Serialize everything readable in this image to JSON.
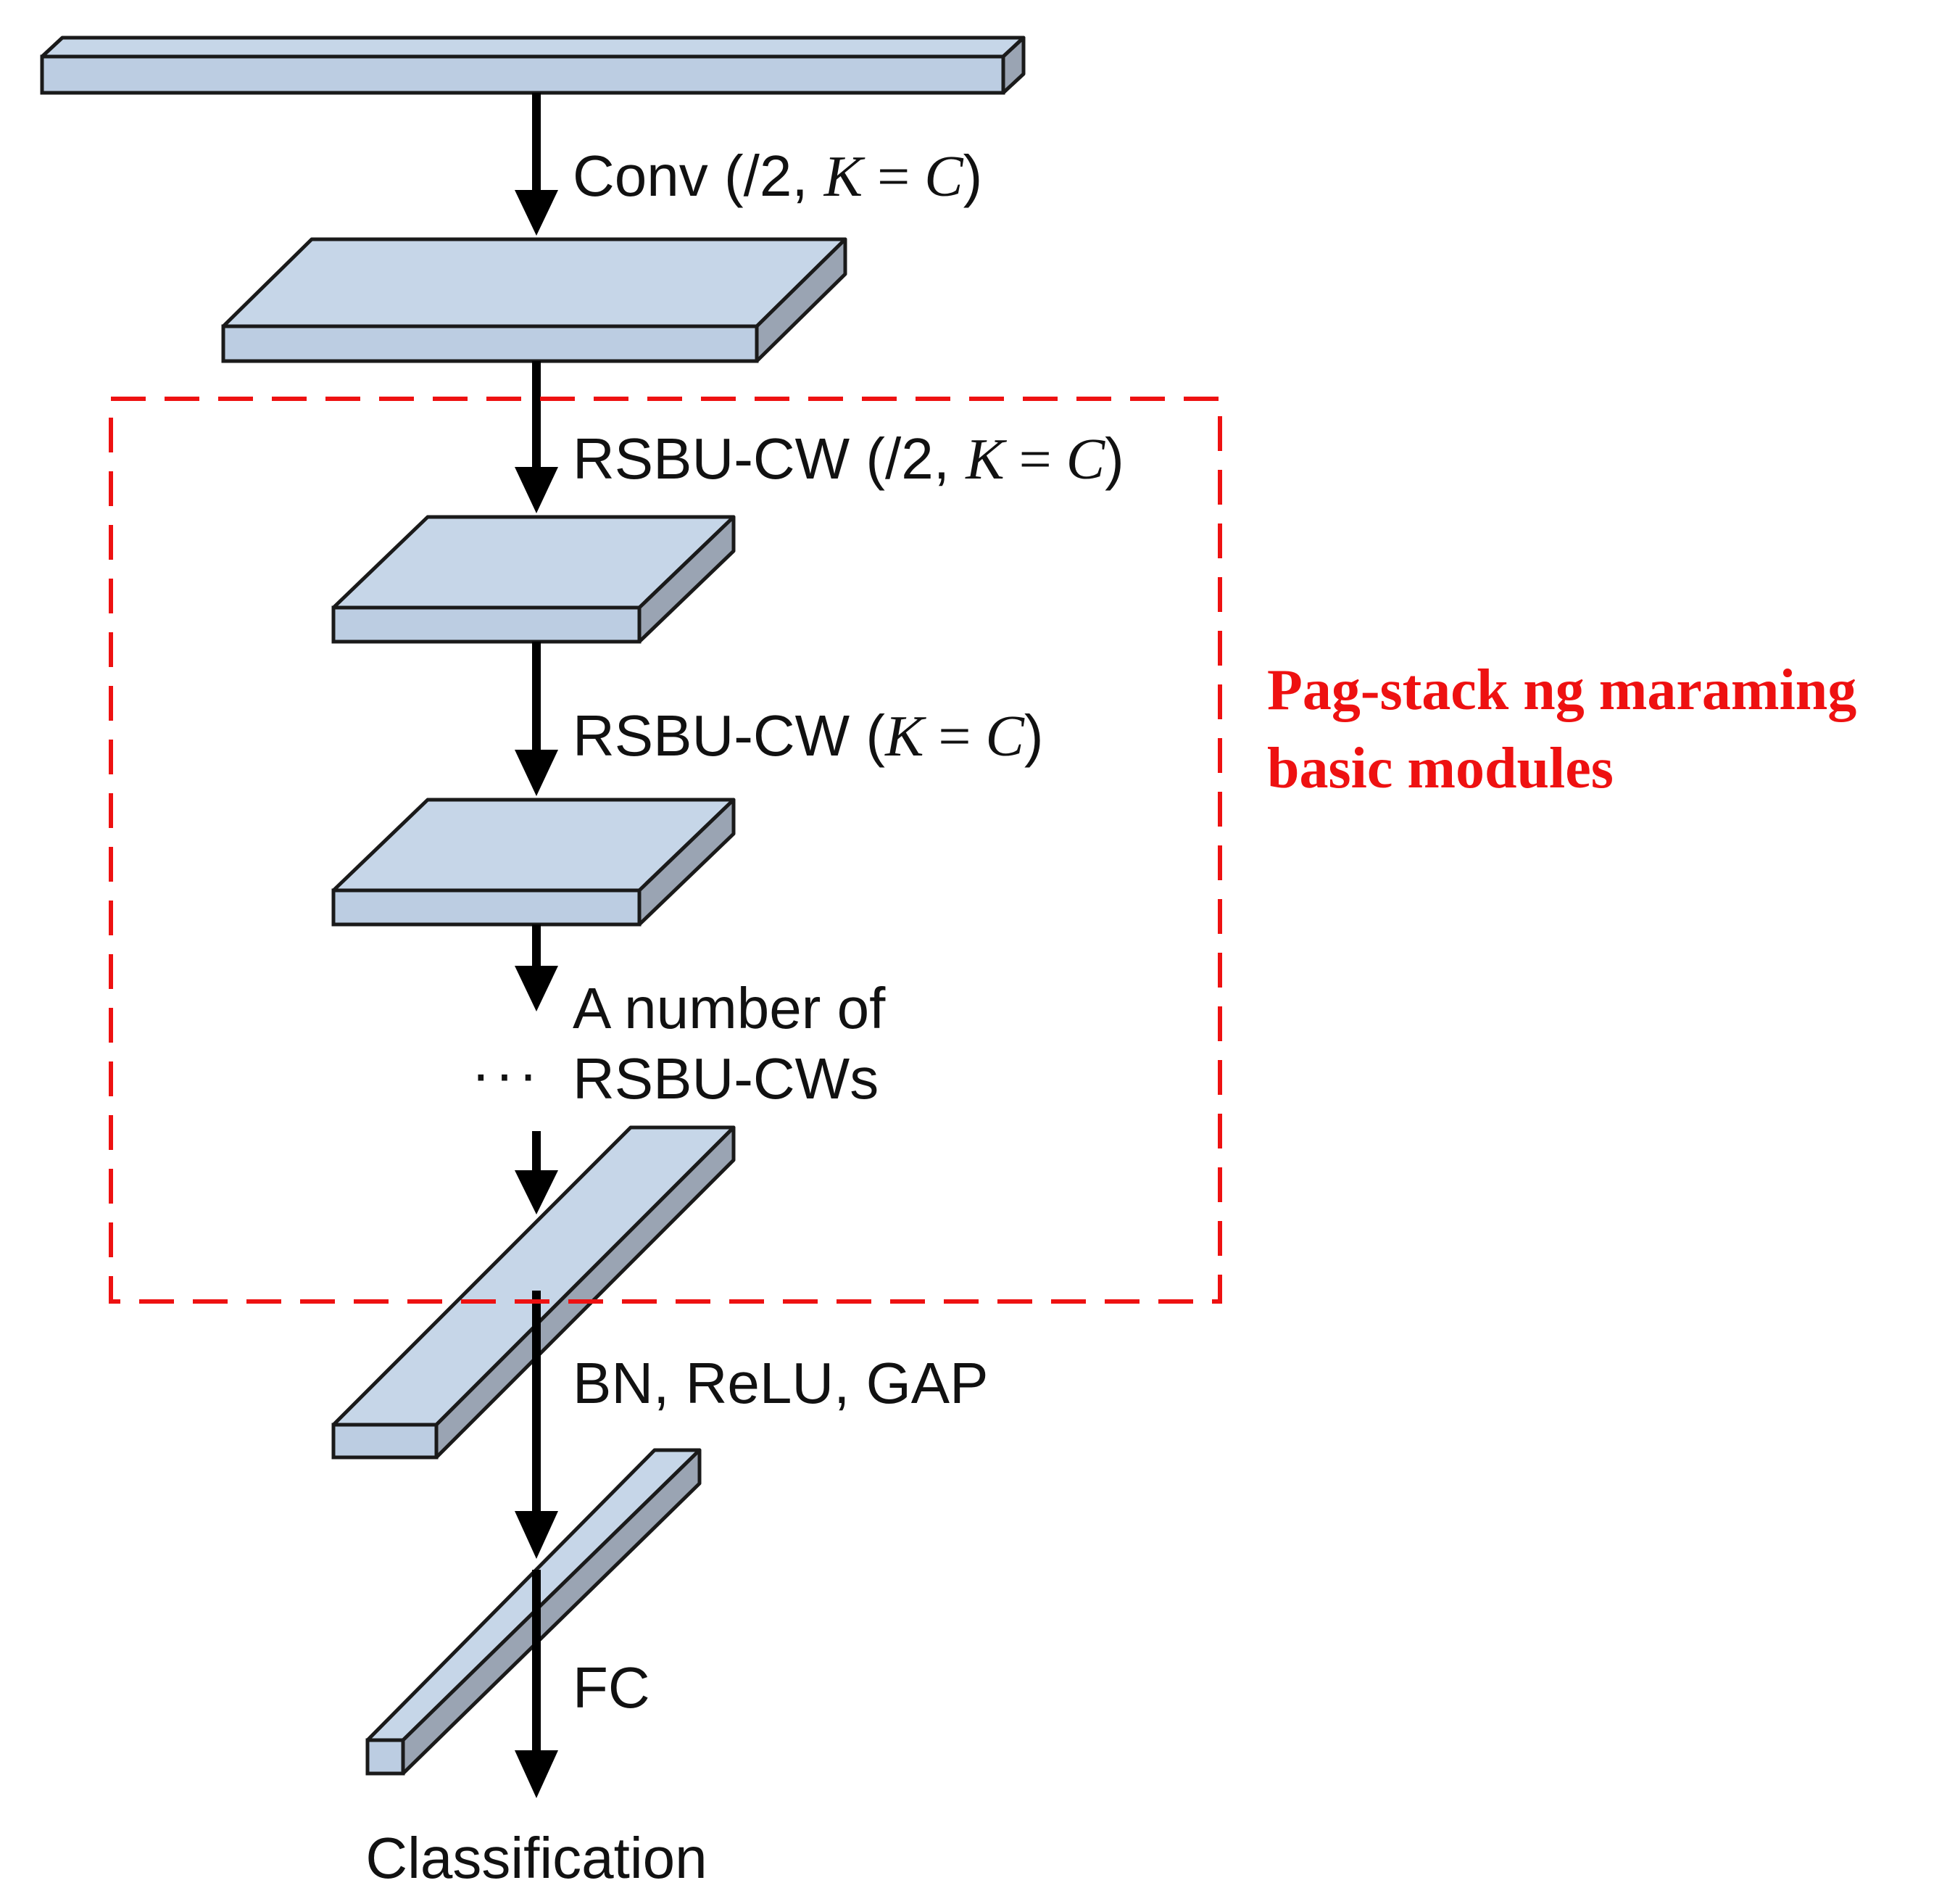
{
  "colors": {
    "front": "#bccde2",
    "top": "#c6d6e8",
    "side": "#9aa4b3",
    "outline": "#1a1a1a",
    "arrow": "#000000",
    "annotation": "#ee1111"
  },
  "steps": [
    {
      "label_text": "Conv (/2, ",
      "label_k": "K",
      "label_eq": " = ",
      "label_c": "C",
      "label_end": ")"
    },
    {
      "label_text": "RSBU-CW (/2, ",
      "label_k": "K",
      "label_eq": " = ",
      "label_c": "C",
      "label_end": ")"
    },
    {
      "label_text": "RSBU-CW (",
      "label_k": "K",
      "label_eq": " = ",
      "label_c": "C",
      "label_end": ")"
    }
  ],
  "repeat": {
    "line1": "A number of",
    "line2": "RSBU-CWs",
    "dots": "···"
  },
  "post": {
    "bn_label": "BN, ReLU, GAP",
    "fc_label": "FC",
    "output_label": "Classification"
  },
  "annotation": {
    "line1": "Pag-stack ng maraming",
    "line2": "basic modules"
  }
}
